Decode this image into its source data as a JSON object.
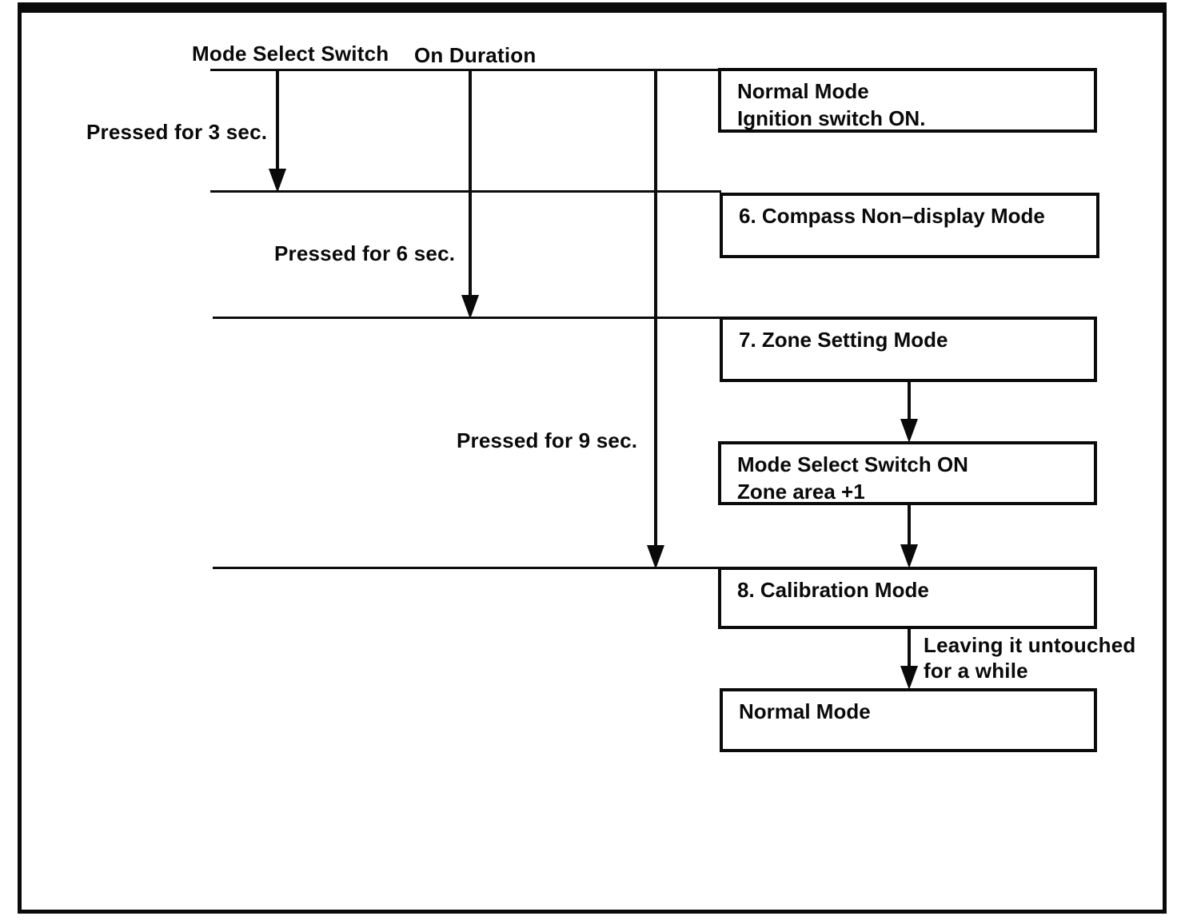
{
  "diagram": {
    "column_headers": {
      "mode_select_switch": "Mode Select Switch",
      "on_duration": "On Duration"
    },
    "press_labels": {
      "p3": "Pressed for 3 sec.",
      "p6": "Pressed for 6 sec.",
      "p9": "Pressed for 9 sec."
    },
    "boxes": {
      "normal_mode_start": {
        "line1": "Normal Mode",
        "line2": "Ignition switch ON."
      },
      "compass_non_display": {
        "line1": "6. Compass Non–display Mode"
      },
      "zone_setting": {
        "line1": "7. Zone Setting Mode"
      },
      "mode_select_on": {
        "line1": "Mode Select Switch ON",
        "line2": "Zone area +1"
      },
      "calibration": {
        "line1": "8. Calibration Mode"
      },
      "normal_mode_end": {
        "line1": "Normal Mode"
      }
    },
    "annotations": {
      "leaving_line1": "Leaving it untouched",
      "leaving_line2": "for a while"
    },
    "colors": {
      "ink": "#0a0a0a",
      "paper": "#ffffff"
    }
  }
}
